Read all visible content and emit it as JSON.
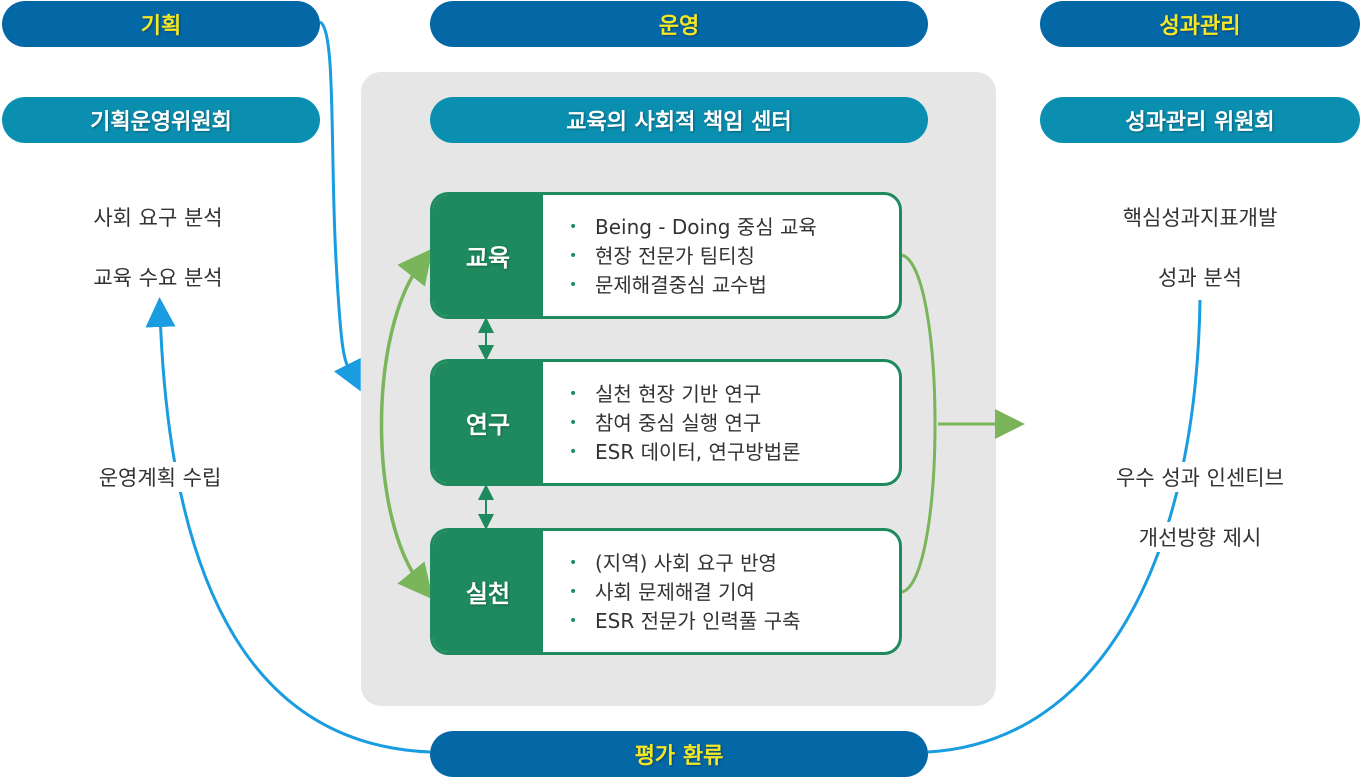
{
  "headers": {
    "plan": "기획",
    "operate": "운영",
    "perf": "성과관리"
  },
  "committees": {
    "plan": "기획운영위원회",
    "operate": "교육의 사회적 책임 센터",
    "perf": "성과관리 위원회"
  },
  "left_items": [
    "사회 요구 분석",
    "교육 수요 분석",
    "운영계획 수립"
  ],
  "right_items": [
    "핵심성과지표개발",
    "성과 분석",
    "우수 성과 인센티브",
    "개선방향 제시"
  ],
  "boxes": [
    {
      "title": "교육",
      "items": [
        "Being - Doing 중심 교육",
        "현장 전문가 팀티칭",
        "문제해결중심 교수법"
      ]
    },
    {
      "title": "연구",
      "items": [
        "실천 현장 기반 연구",
        "참여 중심 실행 연구",
        "ESR 데이터, 연구방법론"
      ]
    },
    {
      "title": "실천",
      "items": [
        "(지역) 사회 요구 반영",
        "사회 문제해결 기여",
        "ESR 전문가 인력풀 구축"
      ]
    }
  ],
  "feedback": "평가 환류",
  "colors": {
    "dark_blue": "#0568a6",
    "teal": "#0b8fb0",
    "green": "#1e8a5e",
    "light_green": "#7ab55c",
    "arrow_blue": "#1a9de0",
    "yellow": "#f5e626"
  }
}
